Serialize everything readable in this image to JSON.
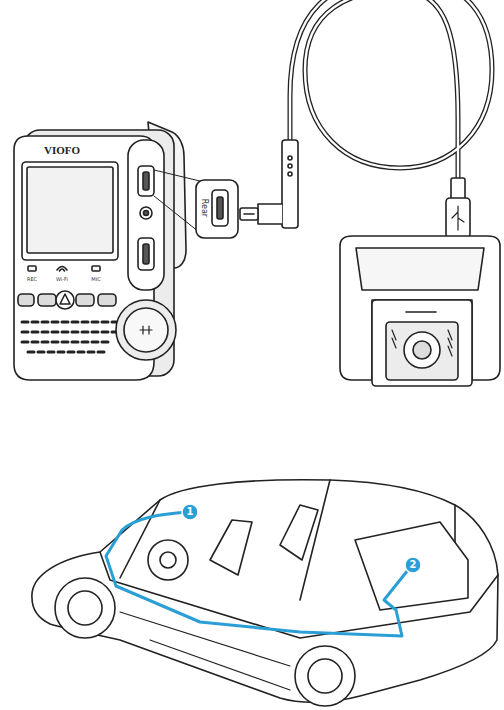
{
  "diagram": {
    "labels": [
      "VIOFO",
      "REC",
      "Wi-Fi",
      "MIC",
      "Rear",
      "1",
      "2"
    ]
  }
}
